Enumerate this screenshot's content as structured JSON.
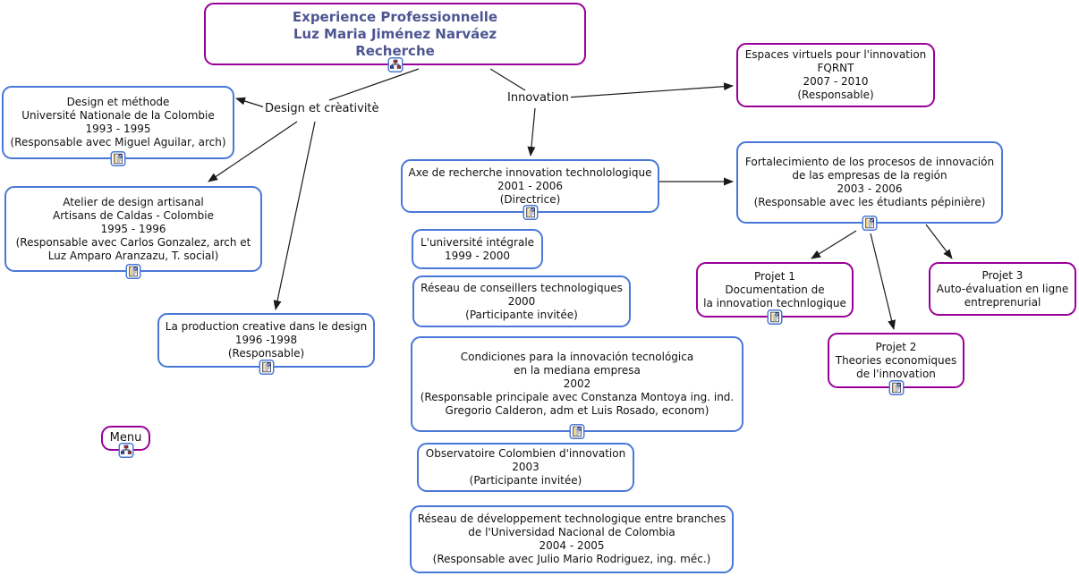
{
  "diagram": {
    "title": "Experience Professionnelle Luz Maria Jiménez Narváez Recherche",
    "colors": {
      "blue_border": "#4a78d8",
      "purple_border": "#990099",
      "root_text": "#4e5692",
      "line": "#1a1a1a"
    },
    "nodes": [
      {
        "id": "root",
        "style": "purple",
        "emphasis": true,
        "icon": "cmap-icon",
        "lines": [
          "Experience Professionnelle",
          "Luz Maria Jiménez Narváez",
          "Recherche"
        ]
      },
      {
        "id": "design-methode",
        "style": "blue",
        "icon": "resource-icon",
        "lines": [
          "Design et méthode",
          "Université Nationale de la Colombie",
          "1993 - 1995",
          "(Responsable avec Miguel Aguilar, arch)"
        ]
      },
      {
        "id": "atelier-design-artisanal",
        "style": "blue",
        "icon": "resource-icon",
        "lines": [
          "Atelier de design artisanal",
          "Artisans de Caldas - Colombie",
          "1995 - 1996",
          "(Responsable avec Carlos Gonzalez, arch et",
          "Luz Amparo Aranzazu, T. social)"
        ]
      },
      {
        "id": "production-creative",
        "style": "blue",
        "icon": "resource-icon",
        "lines": [
          "La production creative dans le design",
          "1996 -1998",
          "(Responsable)"
        ]
      },
      {
        "id": "menu",
        "style": "purple",
        "small": true,
        "icon": "cmap-icon",
        "lines": [
          "Menu"
        ]
      },
      {
        "id": "axe-recherche",
        "style": "blue",
        "icon": "resource-icon",
        "lines": [
          "Axe de recherche innovation technolologique",
          "2001 - 2006",
          "(Directrice)"
        ]
      },
      {
        "id": "universite-integrale",
        "style": "blue",
        "lines": [
          "L'université intégrale",
          "1999 - 2000"
        ]
      },
      {
        "id": "reseau-conseillers",
        "style": "blue",
        "lines": [
          "Réseau de conseillers technologiques",
          "2000",
          "(Participante invitée)"
        ]
      },
      {
        "id": "condiciones-innovacion",
        "style": "blue",
        "icon": "resource-icon",
        "lines": [
          "Condiciones para la innovación tecnológica",
          "en la mediana empresa",
          "2002",
          "(Responsable principale avec Constanza Montoya ing. ind.",
          "Gregorio Calderon, adm et Luis Rosado, econom)"
        ]
      },
      {
        "id": "observatoire-colombien",
        "style": "blue",
        "lines": [
          "Observatoire Colombien d'innovation",
          "2003",
          "(Participante invitée)"
        ]
      },
      {
        "id": "reseau-developpement",
        "style": "blue",
        "lines": [
          "Réseau de développement technologique entre branches",
          "de l'Universidad Nacional de Colombia",
          "2004 - 2005",
          "(Responsable avec Julio Mario Rodriguez, ing. méc.)"
        ]
      },
      {
        "id": "espaces-virtuels",
        "style": "purple",
        "lines": [
          "Espaces virtuels pour l'innovation",
          "FQRNT",
          "2007 - 2010",
          "(Responsable)"
        ]
      },
      {
        "id": "fortalecimiento",
        "style": "blue",
        "icon": "resource-icon",
        "lines": [
          "Fortalecimiento de los procesos de innovación",
          "de las empresas de la región",
          "2003 - 2006",
          "(Responsable avec les étudiants pépinière)"
        ]
      },
      {
        "id": "projet-1",
        "style": "purple",
        "icon": "resource-icon",
        "lines": [
          "Projet 1",
          "Documentation de",
          "la innovation technlogique"
        ]
      },
      {
        "id": "projet-2",
        "style": "purple",
        "icon": "resource-icon",
        "lines": [
          "Projet 2",
          "Theories economiques",
          "de l'innovation"
        ]
      },
      {
        "id": "projet-3",
        "style": "purple",
        "lines": [
          "Projet 3",
          "Auto-évaluation en ligne",
          "entreprenurial"
        ]
      }
    ],
    "labels": [
      {
        "id": "label-design-creativite",
        "text": "Design et crèativitè"
      },
      {
        "id": "label-innovation",
        "text": "Innovation"
      }
    ],
    "edges": [
      {
        "from": "root",
        "to": "label-design-creativite",
        "arrow": false
      },
      {
        "from": "label-design-creativite",
        "to": "design-methode",
        "arrow": true
      },
      {
        "from": "label-design-creativite",
        "to": "atelier-design-artisanal",
        "arrow": true
      },
      {
        "from": "label-design-creativite",
        "to": "production-creative",
        "arrow": true
      },
      {
        "from": "root",
        "to": "label-innovation",
        "arrow": false
      },
      {
        "from": "label-innovation",
        "to": "espaces-virtuels",
        "arrow": true
      },
      {
        "from": "label-innovation",
        "to": "axe-recherche",
        "arrow": true
      },
      {
        "from": "axe-recherche",
        "to": "fortalecimiento",
        "arrow": true
      },
      {
        "from": "fortalecimiento",
        "to": "projet-1",
        "arrow": true
      },
      {
        "from": "fortalecimiento",
        "to": "projet-2",
        "arrow": true
      },
      {
        "from": "fortalecimiento",
        "to": "projet-3",
        "arrow": true
      }
    ]
  }
}
